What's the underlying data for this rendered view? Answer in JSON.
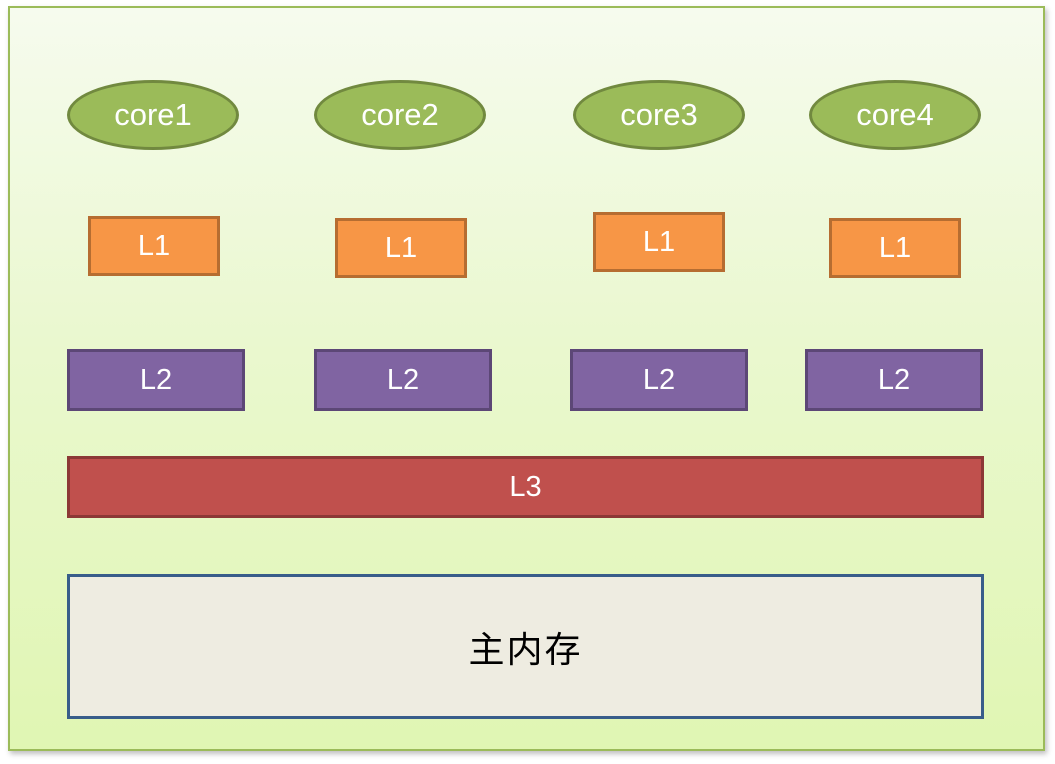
{
  "cores": [
    "core1",
    "core2",
    "core3",
    "core4"
  ],
  "l1": [
    "L1",
    "L1",
    "L1",
    "L1"
  ],
  "l2": [
    "L2",
    "L2",
    "L2",
    "L2"
  ],
  "l3": "L3",
  "main_memory": "主内存",
  "colors": {
    "background": "#eaf8cf",
    "frame_border": "#9bbb59",
    "core_fill": "#9bbb59",
    "l1_fill": "#f79646",
    "l2_fill": "#8064a2",
    "l3_fill": "#c0504d",
    "memory_fill": "#eeece1",
    "memory_border": "#385d8a"
  }
}
